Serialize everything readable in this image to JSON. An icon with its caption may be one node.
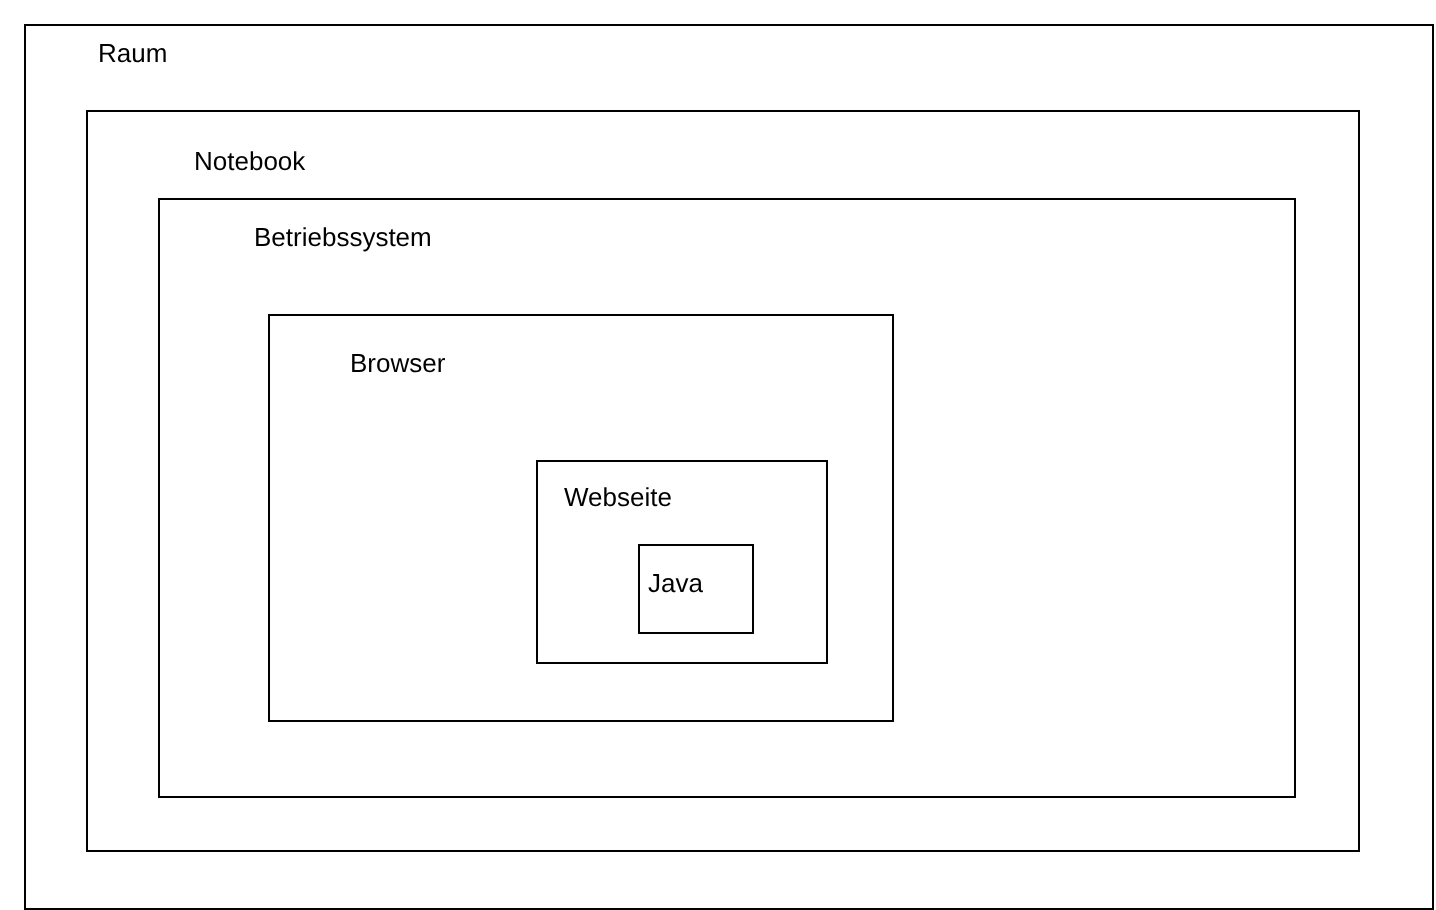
{
  "diagram": {
    "nodes": [
      {
        "text": [
          "Raum"
        ]
      },
      {
        "text": [
          "Notebook"
        ],
        "in": 0
      },
      {
        "text": [
          "Betriebssystem"
        ],
        "in": 1
      },
      {
        "text": [
          "Browser"
        ],
        "in": 2
      },
      {
        "text": [
          "Webseite"
        ],
        "in": 3
      },
      {
        "text": [
          "Java"
        ],
        "in": 4
      }
    ]
  }
}
